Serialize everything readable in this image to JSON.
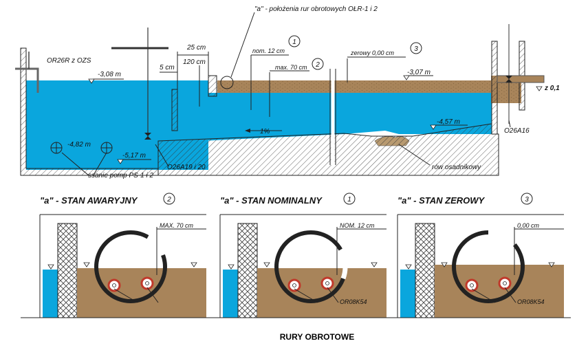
{
  "top": {
    "pos_a": "\"a\" - położenia rur obrotowych OŁR-1 i 2",
    "or26r": "OR26R z OZS",
    "lvl_308": "-3,08 m",
    "lvl_307": "-3,07 m",
    "lvl_457": "-4,57 m",
    "lvl_482": "-4,82 m",
    "lvl_517": "-5,17 m",
    "d25": "25 cm",
    "d5": "5 cm",
    "d120": "120 cm",
    "nom": "nom. 12 cm",
    "max": "max. 70 cm",
    "zero": "zerowy 0,00 cm",
    "slope": "1%",
    "z01": "z 0,1",
    "o26a16": "O26A16",
    "o26a19": "O26A19 i 20",
    "ssanie": "ssanie pomp PS-1 i 2",
    "row": "rów osadnikowy",
    "n1": "1",
    "n2": "2",
    "n3": "3"
  },
  "panels": [
    {
      "title": "\"a\" - STAN AWARYJNY",
      "num": "2",
      "dim": "MAX. 70 cm",
      "code": ""
    },
    {
      "title": "\"a\" - STAN NOMINALNY",
      "num": "1",
      "dim": "NOM. 12 cm",
      "code": "OR08K54"
    },
    {
      "title": "\"a\" - STAN ZEROWY",
      "num": "3",
      "dim": "0,00 cm",
      "code": "OR08K54"
    }
  ],
  "caption": "RURY OBROTOWE",
  "colors": {
    "water": "#0aa6dd",
    "sludge": "#a8845a",
    "wall_hatch": "#333333"
  }
}
